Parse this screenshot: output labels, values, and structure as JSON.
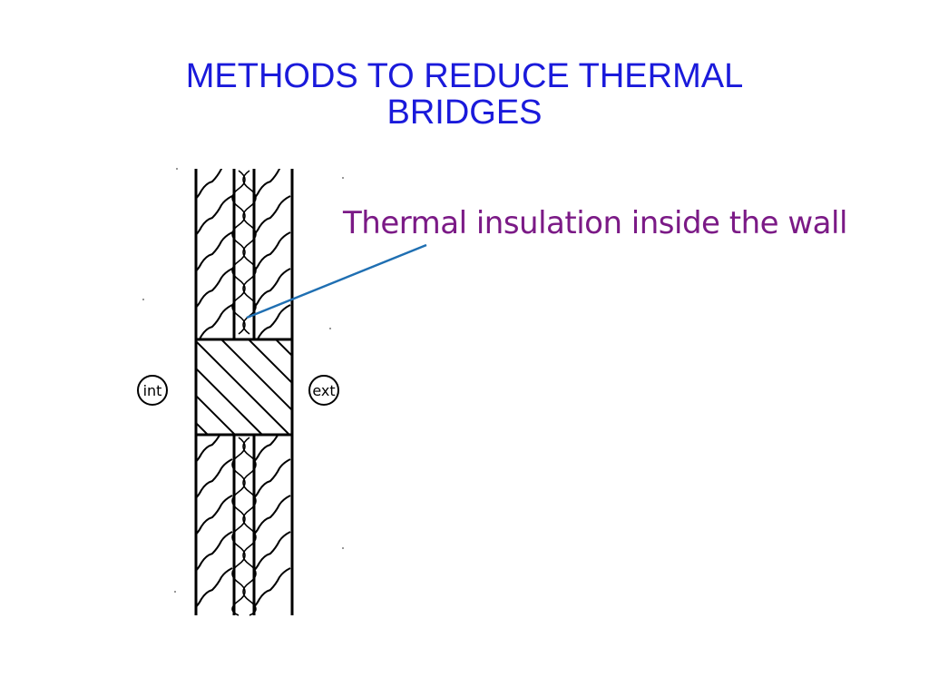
{
  "slide": {
    "title_line1": "METHODS TO REDUCE THERMAL",
    "title_line2": "BRIDGES",
    "callout": "Thermal insulation inside the wall"
  },
  "diagram": {
    "interior_label": "int",
    "exterior_label": "ext"
  },
  "colors": {
    "title": "#1a1adb",
    "callout_text": "#7b1a86",
    "leader_line": "#1f6fb2",
    "drawing": "#000000"
  }
}
